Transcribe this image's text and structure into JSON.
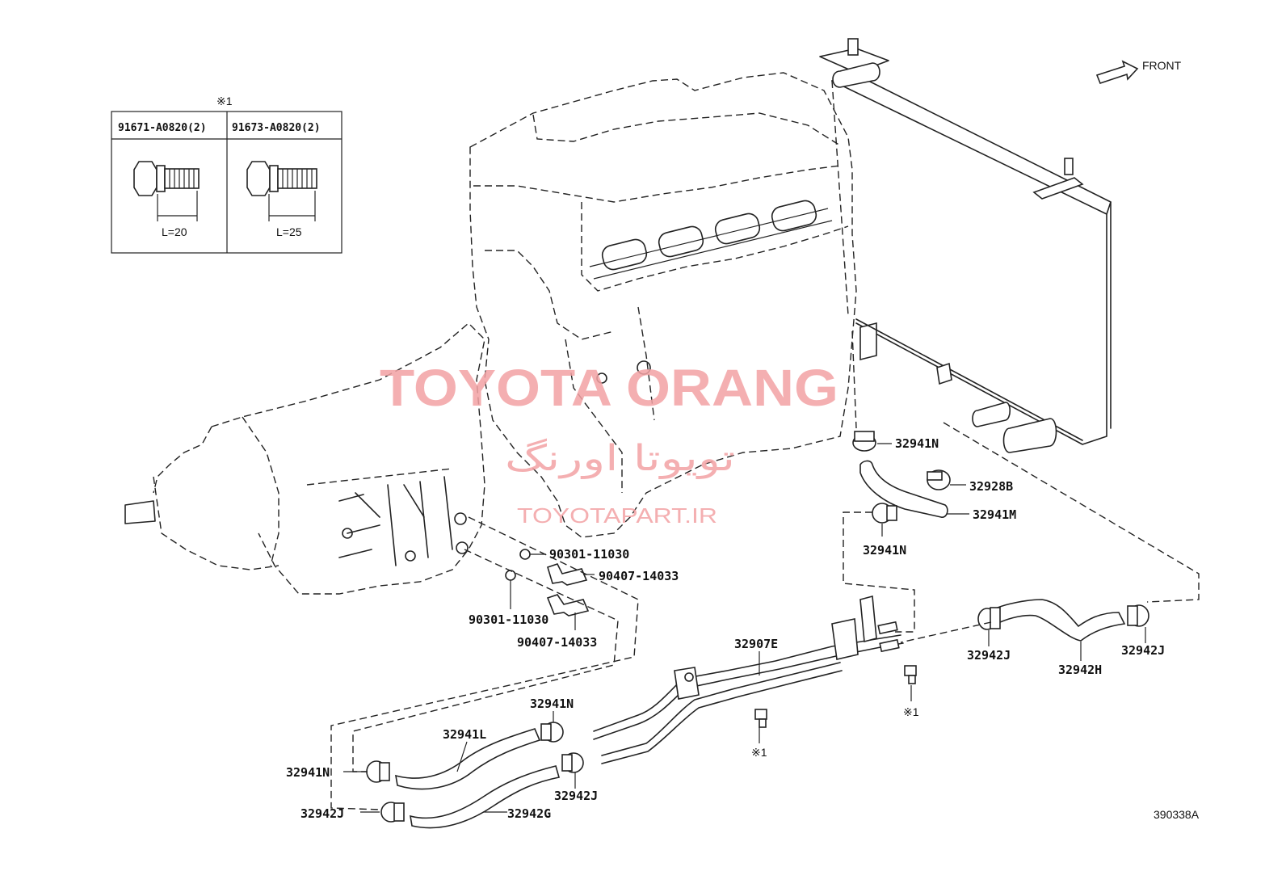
{
  "front_label": "FRONT",
  "note_marker": "※1",
  "figure_number": "390338A",
  "table": {
    "header_marker": "※1",
    "col1_part": "91671-A0820(2)",
    "col2_part": "91673-A0820(2)",
    "col1_length": "L=20",
    "col2_length": "L=25"
  },
  "watermark": {
    "title": "TOYOTA ORANG",
    "subtitle": "تویوتا اورنگ",
    "site": "TOYOTAPART.IR"
  },
  "parts": {
    "p32941N_a": "32941N",
    "p32928B": "32928B",
    "p32941M": "32941M",
    "p32941N_b": "32941N",
    "p90301_a": "90301-11030",
    "p90407_a": "90407-14033",
    "p90301_b": "90301-11030",
    "p90407_b": "90407-14033",
    "p32907E": "32907E",
    "p32942J_a": "32942J",
    "p32942H": "32942H",
    "p32942J_b": "32942J",
    "p32941N_c": "32941N",
    "p32941L": "32941L",
    "p32941N_d": "32941N",
    "p32942J_c": "32942J",
    "p32942J_d": "32942J",
    "p32942G": "32942G",
    "bolt_note_a": "※1",
    "bolt_note_b": "※1"
  }
}
